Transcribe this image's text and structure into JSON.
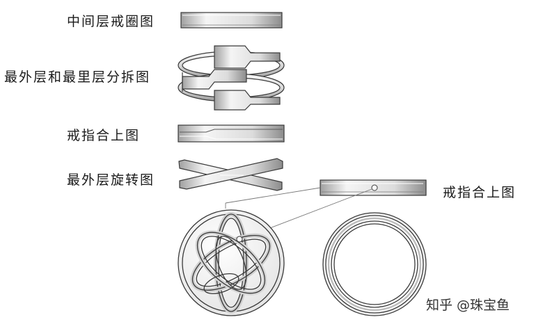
{
  "labels": {
    "middle_layer": "中间层戒圈图",
    "outer_inner_split": "最外层和最里层分拆图",
    "ring_closed": "戒指合上图",
    "outer_rotation": "最外层旋转图",
    "ring_closed_right": "戒指合上图"
  },
  "watermark": "知乎 @珠宝鱼",
  "colors": {
    "stroke": "#3a3a3a",
    "metal_light": "#f2f2f2",
    "metal_mid": "#cfcfcf",
    "metal_dark": "#8a8a8a"
  }
}
